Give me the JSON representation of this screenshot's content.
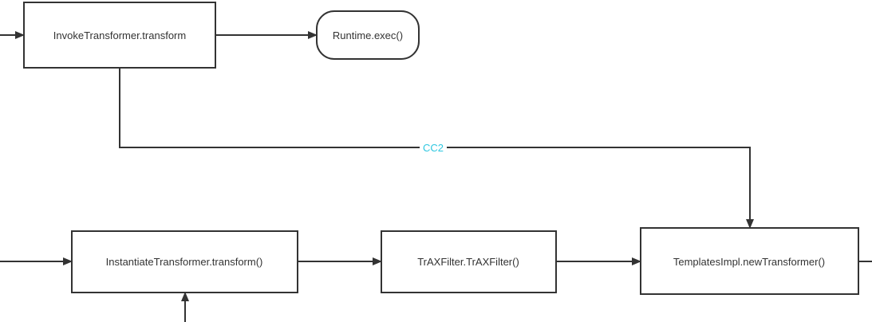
{
  "nodes": {
    "invoke": "InvokeTransformer.transform",
    "runtime": "Runtime.exec()",
    "instantiate": "InstantiateTransformer.transform()",
    "traxfilter": "TrAXFilter.TrAXFilter()",
    "templates": "TemplatesImpl.newTransformer()"
  },
  "edges": {
    "cc2_label": "CC2"
  },
  "colors": {
    "stroke": "#333333",
    "edge_label": "#2ec7e0"
  }
}
